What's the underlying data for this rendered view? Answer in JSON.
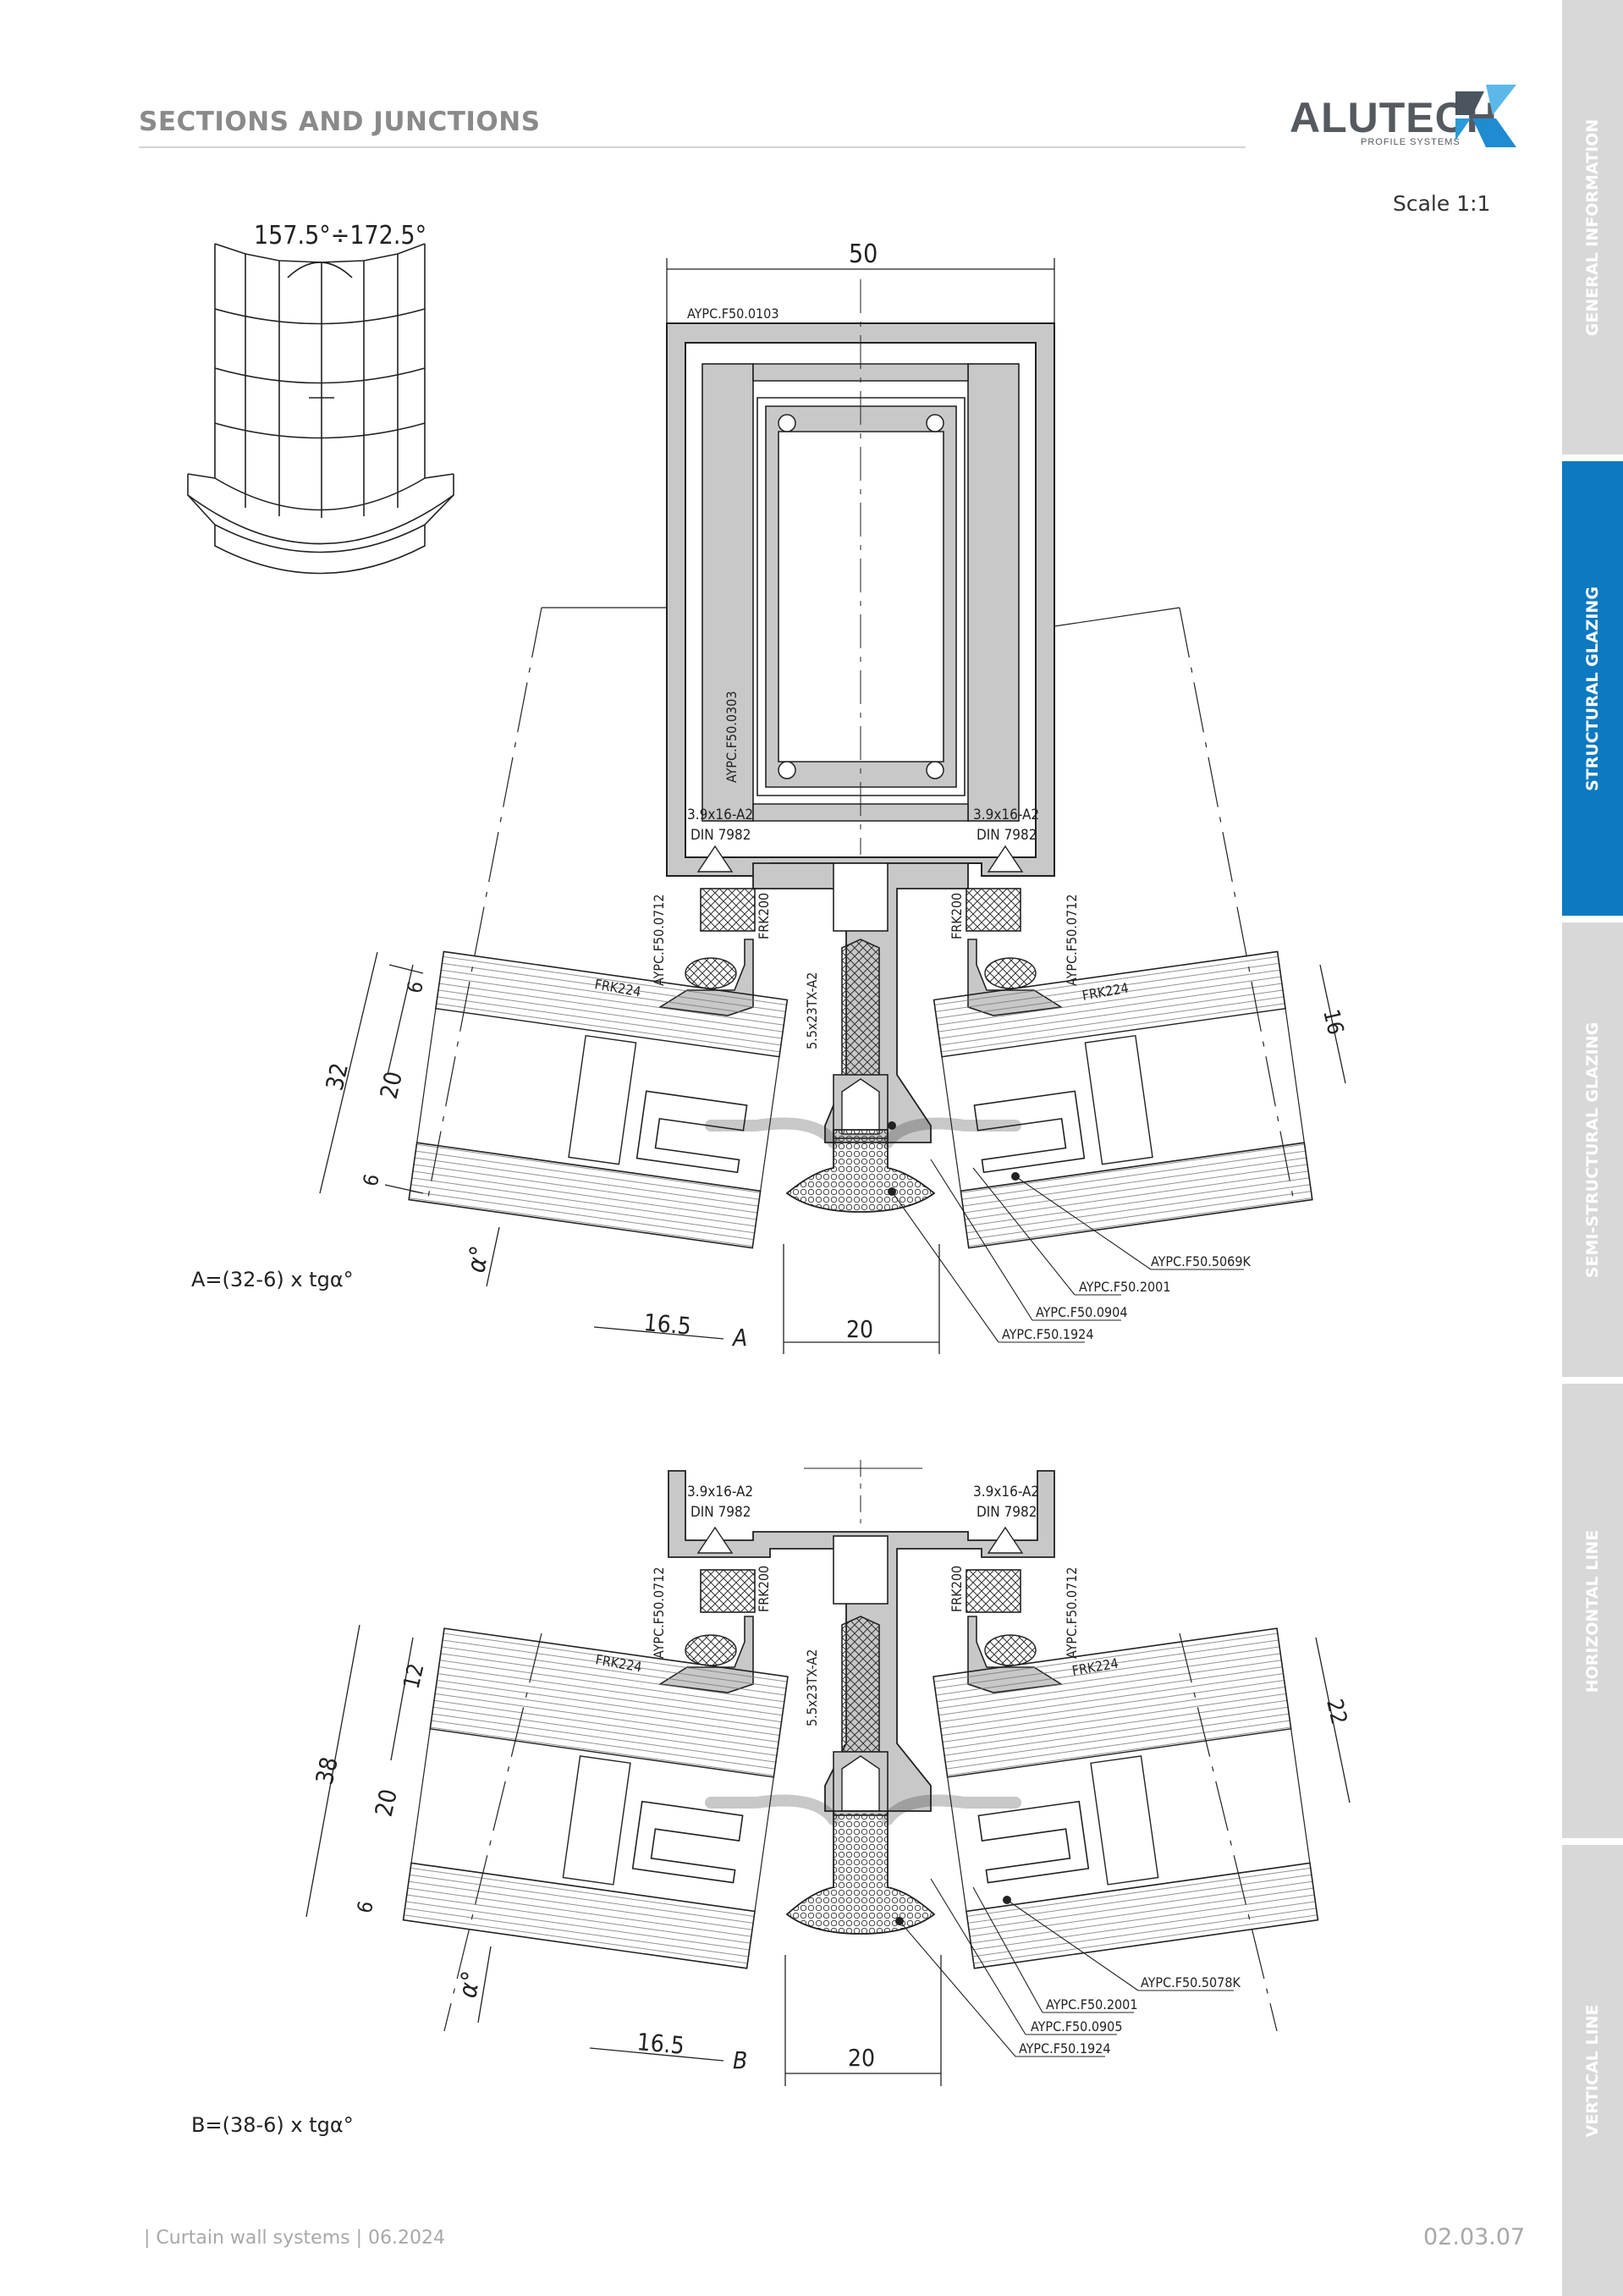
{
  "header": {
    "title": "SECTIONS AND JUNCTIONS"
  },
  "logo": {
    "word": "ALUTECH",
    "subtitle": "PROFILE SYSTEMS"
  },
  "scale_label": "Scale 1:1",
  "side_tabs": [
    {
      "label": "GENERAL INFORMATION",
      "active": false
    },
    {
      "label": "STRUCTURAL GLAZING",
      "active": true
    },
    {
      "label": "SEMI-STRUCTURAL GLAZING",
      "active": false
    },
    {
      "label": "HORIZONTAL LINE",
      "active": false
    },
    {
      "label": "VERTICAL LINE",
      "active": false
    }
  ],
  "colors": {
    "accent": "#0c79c1",
    "tab_grey": "#d8d8d8",
    "profile_fill": "#c8c8c8",
    "logo_blue": "#1f8bd0"
  },
  "icons": {
    "angle_sketch": "curved-facade-icon",
    "logo_mark": "alutech-logo-mark-icon"
  },
  "angle_label": "157.5°÷172.5°",
  "section1": {
    "formula": "A=(32-6) x tgα°",
    "dims": {
      "width": "50",
      "total": "32",
      "glass": "20",
      "outer": "6",
      "inner": "6",
      "right": "16",
      "offset": "16.5",
      "a": "A",
      "bottom": "20",
      "alpha": "α°"
    },
    "labels": {
      "mullion": "AYPC.F50.0103",
      "insert": "AYPC.F50.0303",
      "screw_l1": "3.9x16-A2",
      "screw_l2": "DIN 7982",
      "screw_r1": "3.9x16-A2",
      "screw_r2": "DIN 7982",
      "profile_l": "AYPC.F50.0712",
      "profile_r": "AYPC.F50.0712",
      "frk200_l": "FRK200",
      "frk200_r": "FRK200",
      "frk224_l": "FRK224",
      "frk224_r": "FRK224",
      "bolt": "5.5x23TX-A2"
    },
    "callouts": [
      "AYPC.F50.5069K",
      "AYPC.F50.2001",
      "AYPC.F50.0904",
      "AYPC.F50.1924"
    ]
  },
  "section2": {
    "formula": "B=(38-6) x tgα°",
    "dims": {
      "total": "38",
      "outer": "12",
      "glass": "20",
      "inner": "6",
      "right": "22",
      "offset": "16.5",
      "b": "B",
      "bottom": "20",
      "alpha": "α°"
    },
    "labels": {
      "screw_l1": "3.9x16-A2",
      "screw_l2": "DIN 7982",
      "screw_r1": "3.9x16-A2",
      "screw_r2": "DIN 7982",
      "profile_l": "AYPC.F50.0712",
      "profile_r": "AYPC.F50.0712",
      "frk200_l": "FRK200",
      "frk200_r": "FRK200",
      "frk224_l": "FRK224",
      "frk224_r": "FRK224",
      "bolt": "5.5x23TX-A2"
    },
    "callouts": [
      "AYPC.F50.5078K",
      "AYPC.F50.2001",
      "AYPC.F50.0905",
      "AYPC.F50.1924"
    ]
  },
  "footer": {
    "left": "| Curtain wall systems | 06.2024",
    "page": "02.03.07"
  }
}
